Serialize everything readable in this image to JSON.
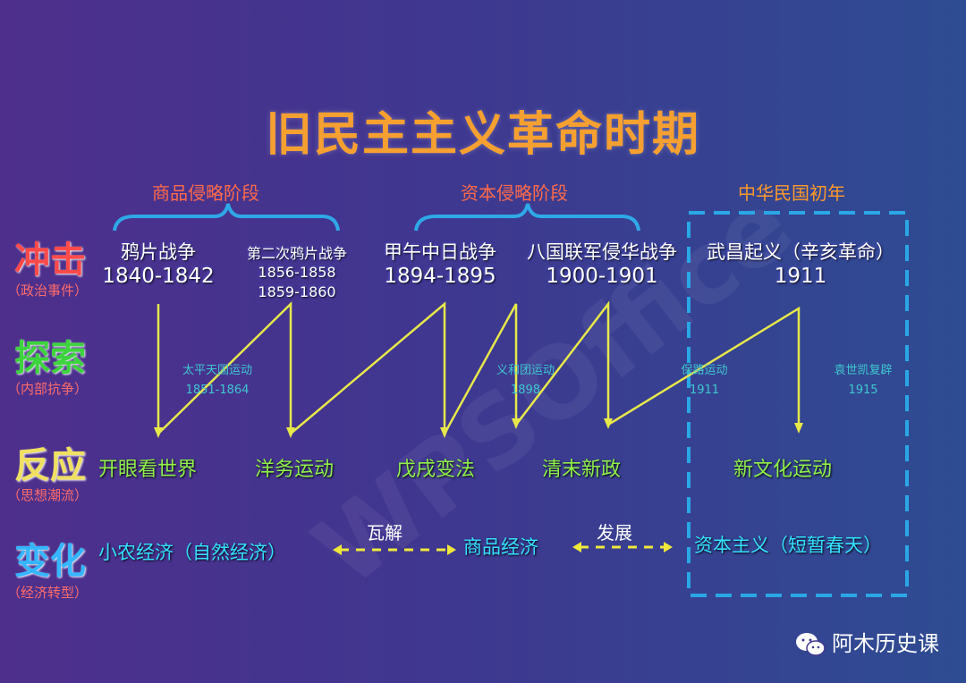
{
  "title": "旧民主主义革命时期",
  "watermark": "WPSOffice",
  "stages": [
    "商品侵略阶段",
    "资本侵略阶段",
    "中华民国初年"
  ],
  "rows": [
    {
      "main": "冲击",
      "sub": "（政治事件）",
      "color": "#ff4a4a"
    },
    {
      "main": "探索",
      "sub": "（内部抗争）",
      "color": "#3dd43d"
    },
    {
      "main": "反应",
      "sub": "（思想潮流）",
      "color": "#f0e060"
    },
    {
      "main": "变化",
      "sub": "（经济转型）",
      "color": "#35b6ff"
    }
  ],
  "events": [
    {
      "name": "鸦片战争",
      "years": [
        "1840-1842"
      ]
    },
    {
      "name": "第二次鸦片战争",
      "years": [
        "1856-1858",
        "1859-1860"
      ]
    },
    {
      "name": "甲午中日战争",
      "years": [
        "1894-1895"
      ]
    },
    {
      "name": "八国联军侵华战争",
      "years": [
        "1900-1901"
      ]
    },
    {
      "name": "武昌起义（辛亥革命）",
      "years": [
        "1911"
      ]
    }
  ],
  "explore": [
    {
      "name": "太平天国运动",
      "year": "1851-1864"
    },
    {
      "name": "义和团运动",
      "year": "1898"
    },
    {
      "name": "保路运动",
      "year": "1911"
    },
    {
      "name": "袁世凯复辟",
      "year": "1915"
    }
  ],
  "reactions": [
    "开眼看世界",
    "洋务运动",
    "戊戌变法",
    "清末新政",
    "新文化运动"
  ],
  "changes": [
    "小农经济（自然经济）",
    "商品经济",
    "资本主义（短暂春天）"
  ],
  "transitions": [
    "瓦解",
    "发展"
  ],
  "footer": {
    "account": "阿木历史课",
    "icon": "wechat-icon"
  },
  "colors": {
    "zigzag": "#e8e84a",
    "brace": "#2fa8e8",
    "dashbox": "#2aa7e6",
    "arrows": "#f0e83a"
  }
}
